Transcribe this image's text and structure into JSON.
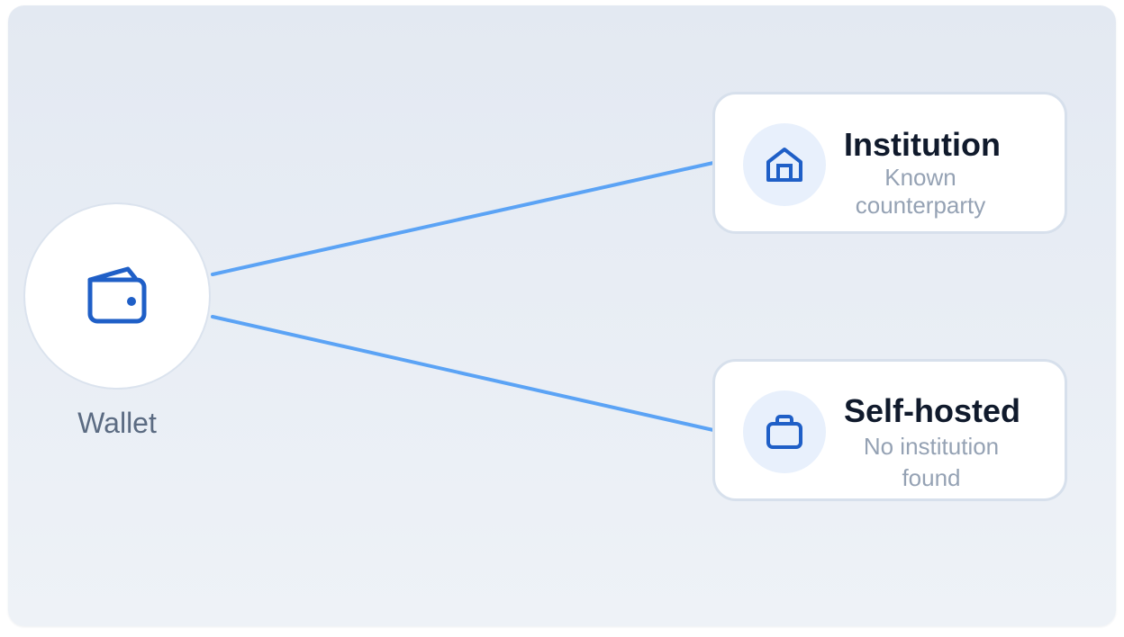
{
  "wallet": {
    "label": "Wallet",
    "icon": "wallet-icon"
  },
  "destinations": [
    {
      "title": "Institution",
      "subtitle": "Known counterparty",
      "icon": "bank-building-icon"
    },
    {
      "title": "Self-hosted",
      "subtitle": "No institution found",
      "icon": "briefcase-icon"
    }
  ],
  "colors": {
    "connector": "#5ba3f5",
    "icon_blue": "#1f5fc7",
    "icon_bg": "#e8f0fc",
    "title": "#101a2c",
    "subtitle": "#95a2b4",
    "wallet_label": "#5b6b82"
  }
}
